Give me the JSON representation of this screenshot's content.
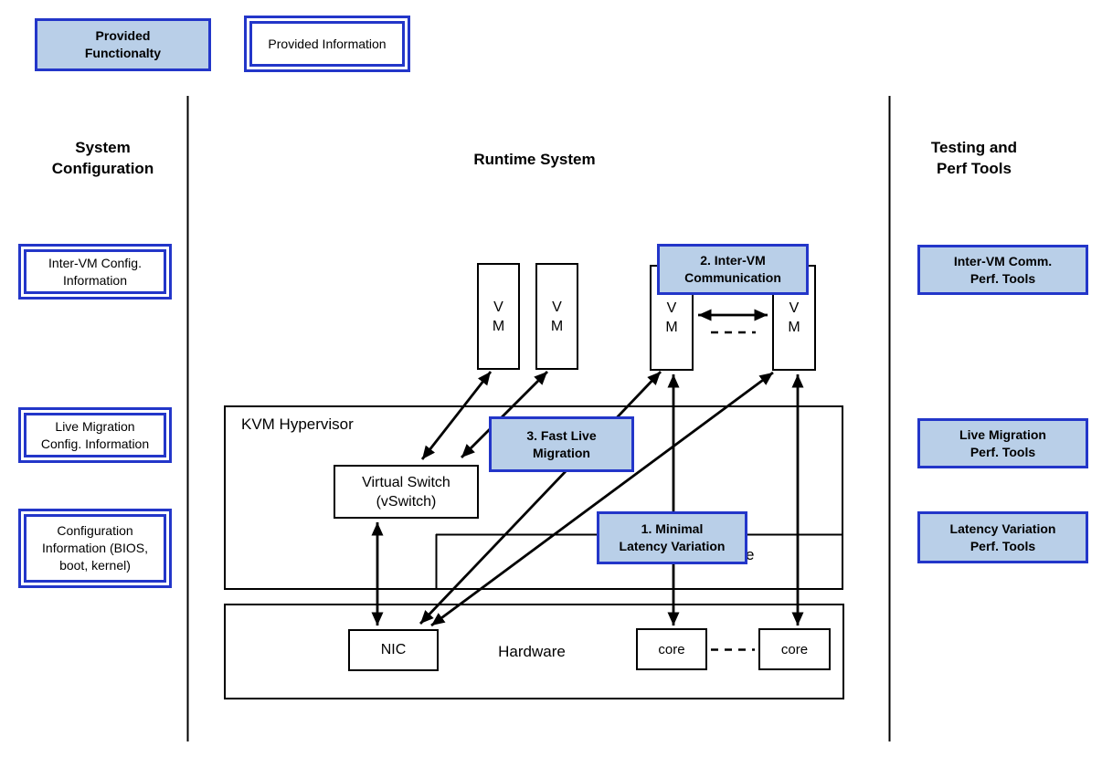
{
  "diagram_title": "KVM runtime system architecture with provided functionality and information",
  "colors": {
    "accent_fill": "#b9cfe8",
    "accent_border": "#2336c9",
    "line_color": "#000000"
  },
  "legend": {
    "functionality_label": "Provided\nFunctionalty",
    "information_label": "Provided Information"
  },
  "columns": {
    "system_configuration": {
      "title": "System\nConfiguration",
      "boxes": [
        {
          "label": "Inter-VM Config.\nInformation"
        },
        {
          "label": "Live Migration\nConfig. Information"
        },
        {
          "label": "Configuration\nInformation (BIOS,\nboot, kernel)"
        }
      ]
    },
    "runtime_system": {
      "title": "Runtime System",
      "vm_label": "V\nM",
      "hypervisor_label": "KVM Hypervisor",
      "vswitch_label": "Virtual Switch\n(vSwitch)",
      "obscured_text": "e",
      "nic_label": "NIC",
      "hardware_label": "Hardware",
      "core_label": "core",
      "features": {
        "inter_vm": "2. Inter-VM\nCommunication",
        "fast_live_migration": "3. Fast Live\nMigration",
        "minimal_latency": "1. Minimal\nLatency Variation"
      }
    },
    "testing_perf_tools": {
      "title": "Testing and\nPerf Tools",
      "boxes": [
        {
          "label": "Inter-VM Comm.\nPerf. Tools"
        },
        {
          "label": "Live Migration\nPerf. Tools"
        },
        {
          "label": "Latency Variation\nPerf. Tools"
        }
      ]
    }
  }
}
